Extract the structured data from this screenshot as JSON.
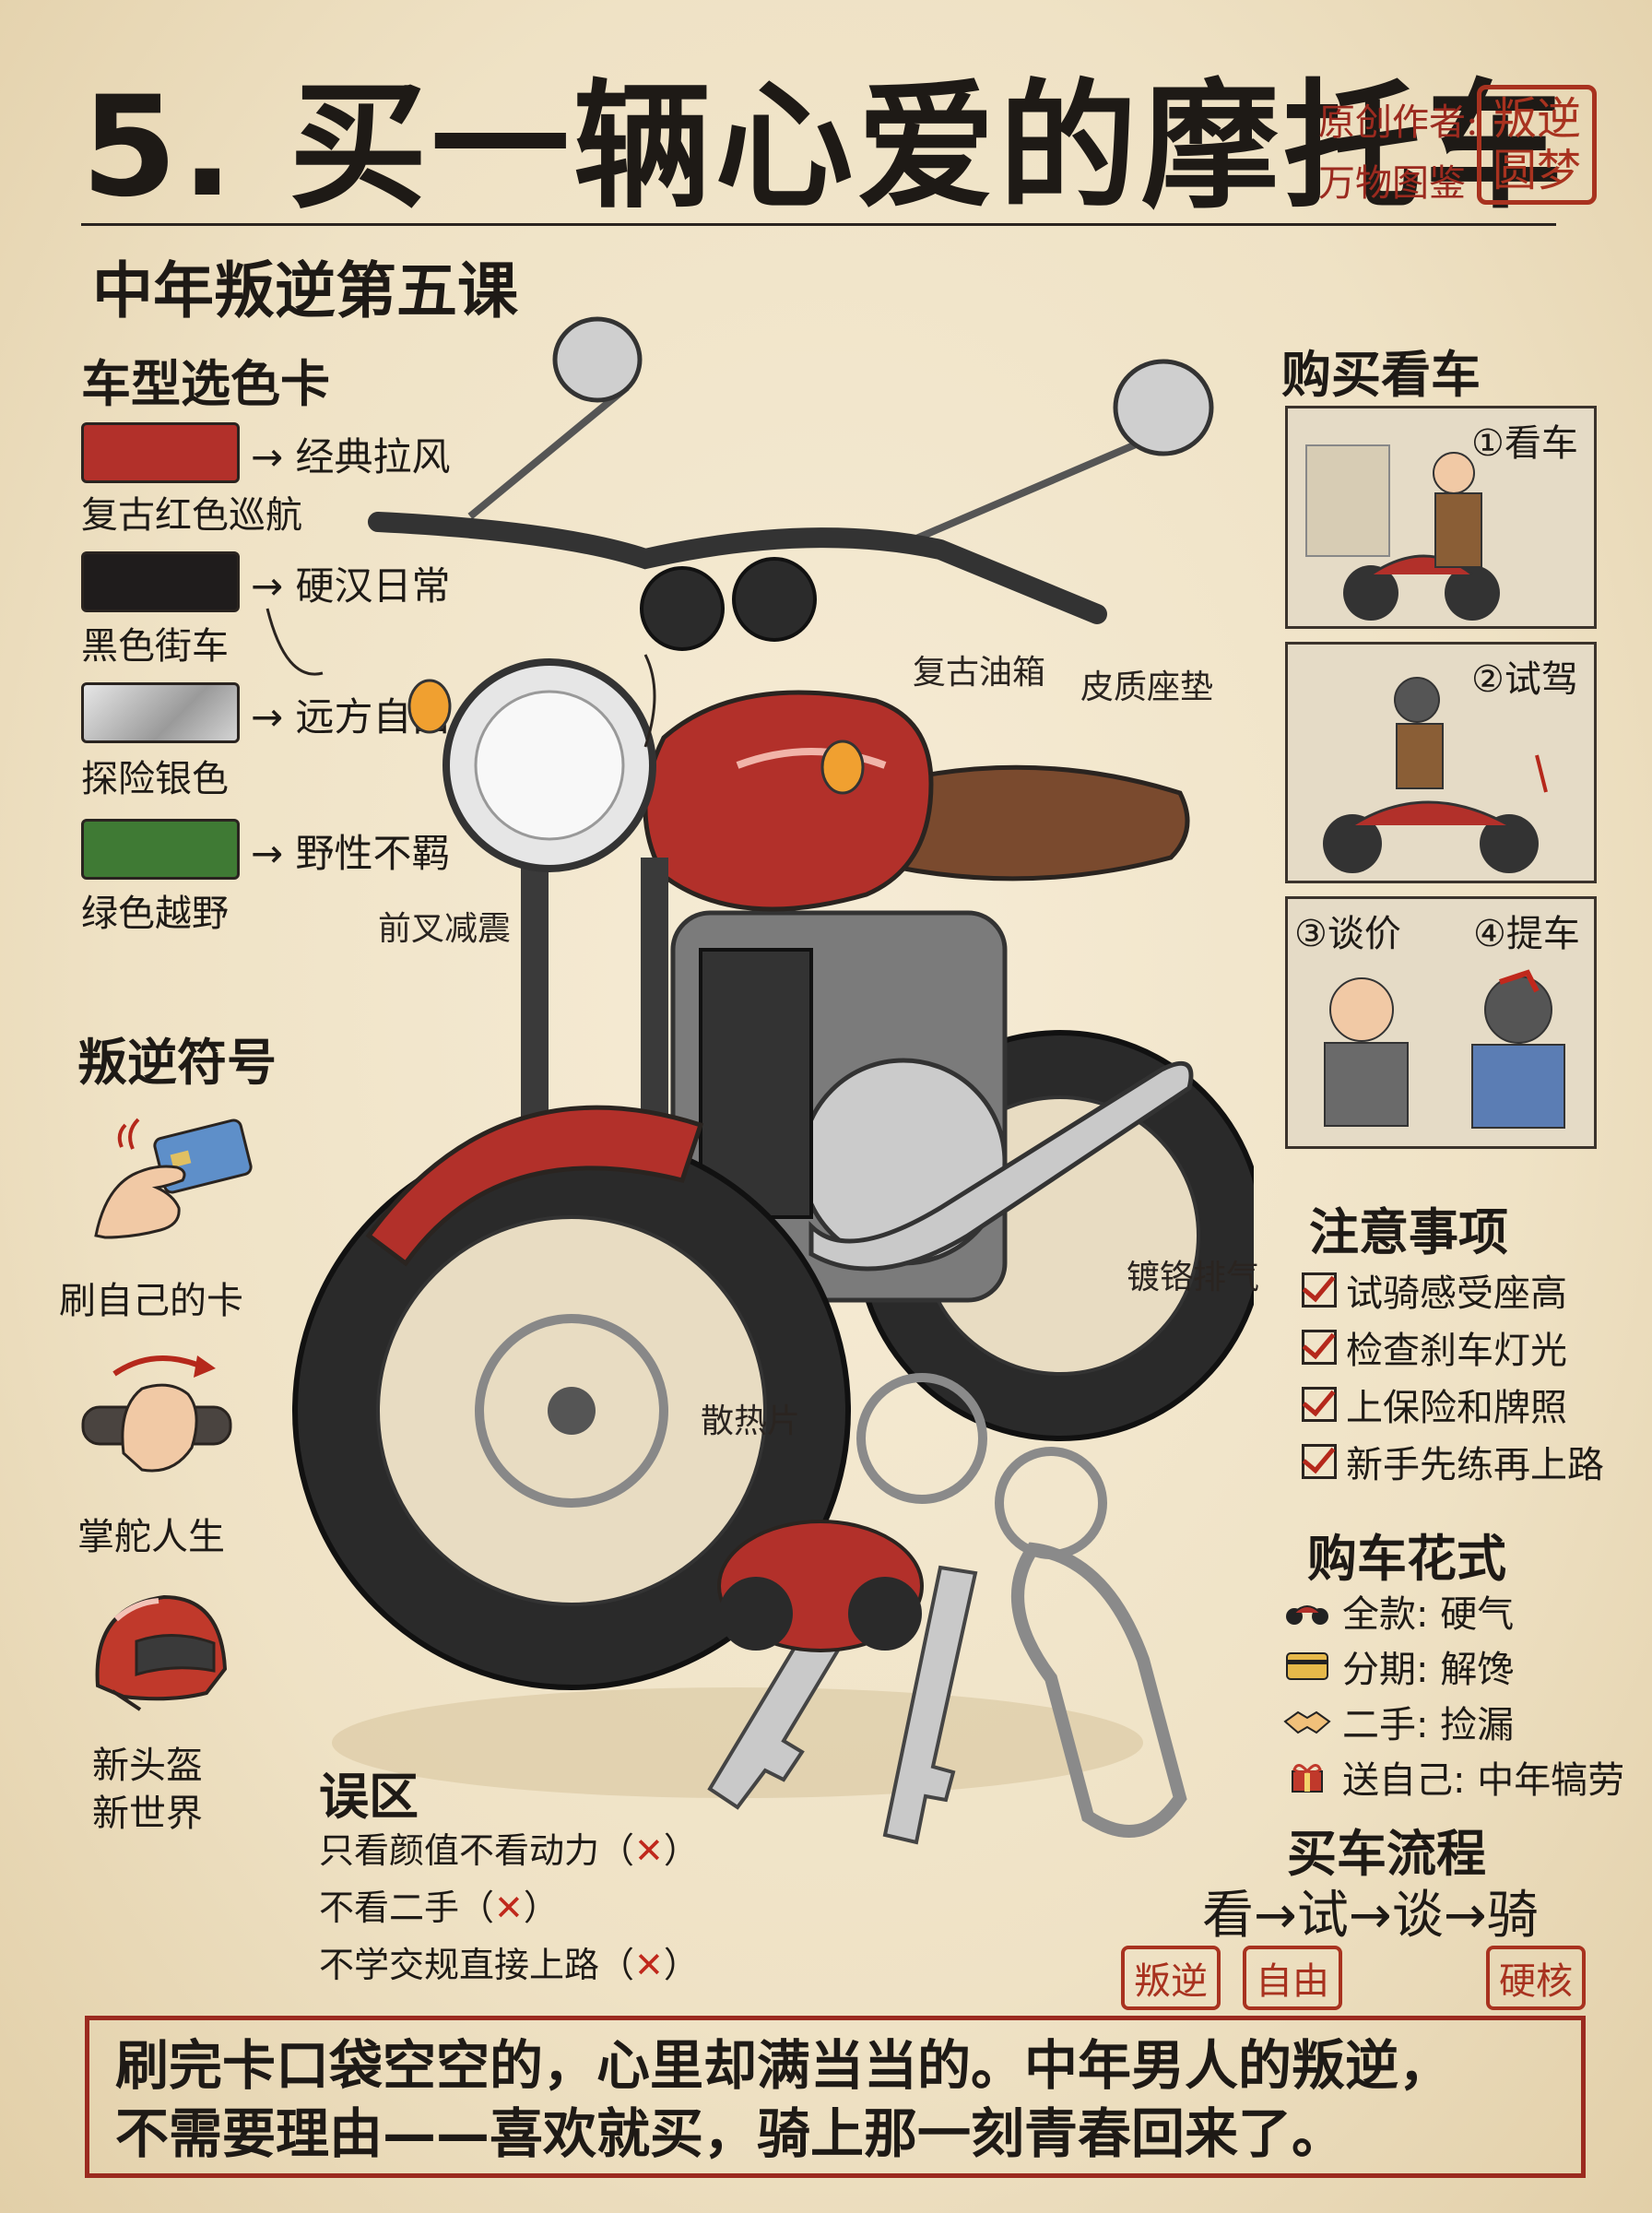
{
  "header": {
    "title": "5. 买一辆心爱的摩托车",
    "author_line1": "原创作者:",
    "author_line2": "万物图鉴",
    "seal_text": [
      "叛逆",
      "圆梦"
    ],
    "subtitle": "中年叛逆第五课"
  },
  "colors": {
    "accent_red": "#a8321f",
    "ink": "#1e1a16",
    "paper": "#efe3c8"
  },
  "color_card": {
    "title": "车型选色卡",
    "items": [
      {
        "swatch": "#b2302a",
        "meaning": "→ 经典拉风",
        "name": "复古红色巡航"
      },
      {
        "swatch": "#1f1c1c",
        "meaning": "→ 硬汉日常",
        "name": "黑色街车"
      },
      {
        "swatch": "#b9b9b9",
        "meaning": "→ 远方自由",
        "name": "探险银色"
      },
      {
        "swatch": "#3f7a34",
        "meaning": "→ 野性不羁",
        "name": "绿色越野"
      }
    ]
  },
  "symbols": {
    "title": "叛逆符号",
    "items": [
      {
        "icon": "card-hand-icon",
        "label": "刷自己的卡"
      },
      {
        "icon": "throttle-icon",
        "label": "掌舵人生"
      },
      {
        "icon": "helmet-icon",
        "label_line1": "新头盔",
        "label_line2": "新世界"
      }
    ]
  },
  "callouts": {
    "tank": "复古油箱",
    "seat": "皮质座垫",
    "fork": "前叉减震",
    "exhaust": "镀铬排气",
    "radiator": "散热片"
  },
  "buy_steps": {
    "title": "购买看车",
    "panels": [
      {
        "label": "①看车"
      },
      {
        "label": "②试驾"
      },
      {
        "label_left": "③谈价",
        "label_right": "④提车"
      }
    ]
  },
  "notes": {
    "title": "注意事项",
    "items": [
      "试骑感受座高",
      "检查刹车灯光",
      "上保险和牌照",
      "新手先练再上路"
    ]
  },
  "buy_styles": {
    "title": "购车花式",
    "items": [
      {
        "icon": "motorcycle-icon",
        "text": "全款: 硬气"
      },
      {
        "icon": "credit-card-icon",
        "text": "分期: 解馋"
      },
      {
        "icon": "handshake-icon",
        "text": "二手: 捡漏"
      },
      {
        "icon": "gift-icon",
        "text": "送自己: 中年犒劳"
      }
    ]
  },
  "flow": {
    "title": "买车流程",
    "steps": "看→试→谈→骑"
  },
  "tags": [
    "叛逆",
    "自由",
    "硬核"
  ],
  "myths": {
    "title": "误区",
    "items": [
      {
        "text": "只看颜值不看动力（",
        "mark": "✕",
        "end": "）"
      },
      {
        "text": "不看二手（",
        "mark": "✕",
        "end": "）"
      },
      {
        "text": "不学交规直接上路（",
        "mark": "✕",
        "end": "）"
      }
    ]
  },
  "quote": {
    "line1": "刷完卡口袋空空的，心里却满当当的。中年男人的叛逆，",
    "line2": "不需要理由——喜欢就买，骑上那一刻青春回来了。"
  }
}
